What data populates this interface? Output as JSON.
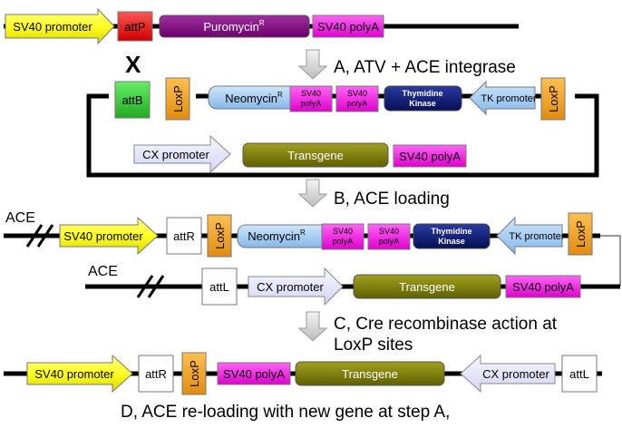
{
  "colors": {
    "promoter": "#ffff33",
    "attP": "#ee1111",
    "puromycin": "#800080",
    "polyA": "#ff22ee",
    "attB": "#33cc33",
    "loxP": "#f6a828",
    "neomycin": "#a9d1f5",
    "thymidine": "#0a1a7a",
    "tk_promoter": "#a9d1f5",
    "cx_promoter": "#e8e8ff",
    "transgene": "#808000",
    "att_white": "#ffffff"
  },
  "row1": {
    "sv40_promoter": "SV40 promoter",
    "attP": "attP",
    "puromycin": "Puromycin",
    "puromycin_sup": "R",
    "sv40_polyA": "SV40 polyA",
    "cross_mark": "X"
  },
  "step_a": "A, ATV + ACE integrase",
  "plasmid": {
    "attB": "attB",
    "loxP_left": "LoxP",
    "neomycin": "Neomycin",
    "neomycin_sup": "R",
    "polyA_1_line1": "SV40",
    "polyA_1_line2": "polyA",
    "polyA_2_line1": "SV40",
    "polyA_2_line2": "polyA",
    "thymidine_line1": "Thymidine",
    "thymidine_line2": "Kinase",
    "tk_promoter": "TK promoter",
    "loxP_right": "LoxP",
    "cx_promoter": "CX promoter",
    "transgene": "Transgene",
    "sv40_polyA": "SV40 polyA"
  },
  "step_b": "B, ACE loading",
  "loaded_top": {
    "ace": "ACE",
    "sv40_promoter": "SV40 promoter",
    "attR": "attR",
    "loxP_left": "LoxP",
    "neomycin": "Neomycin",
    "neomycin_sup": "R",
    "polyA_1_line1": "SV40",
    "polyA_1_line2": "polyA",
    "polyA_2_line1": "SV40",
    "polyA_2_line2": "polyA",
    "thymidine_line1": "Thymidine",
    "thymidine_line2": "Kinase",
    "tk_promoter": "TK promoter",
    "loxP_right": "LoxP"
  },
  "loaded_bottom": {
    "ace": "ACE",
    "attL": "attL",
    "cx_promoter": "CX promoter",
    "transgene": "Transgene",
    "sv40_polyA": "SV40 polyA"
  },
  "step_c_line1": "C, Cre recombinase action at",
  "step_c_line2": "LoxP sites",
  "final": {
    "sv40_promoter": "SV40 promoter",
    "attR": "attR",
    "loxP": "LoxP",
    "sv40_polyA": "SV40 polyA",
    "transgene": "Transgene",
    "cx_promoter": "CX promoter",
    "attL": "attL"
  },
  "step_d": "D, ACE re-loading with new gene at step A,"
}
